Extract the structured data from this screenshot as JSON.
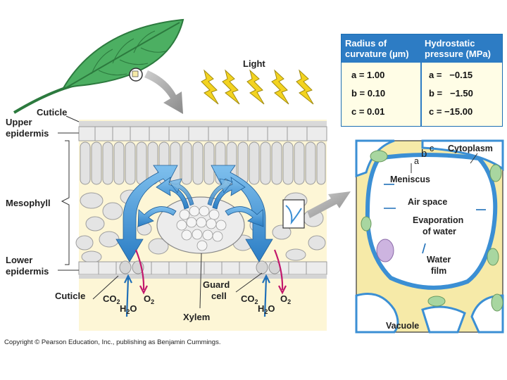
{
  "labels": {
    "light": "Light",
    "cuticle_top": "Cuticle",
    "upper_epidermis_1": "Upper",
    "upper_epidermis_2": "epidermis",
    "mesophyll": "Mesophyll",
    "lower_epidermis_1": "Lower",
    "lower_epidermis_2": "epidermis",
    "cuticle_bottom": "Cuticle",
    "co2_left": "CO",
    "o2_left": "O",
    "h2o_left": "H",
    "guard_cell_1": "Guard",
    "guard_cell_2": "cell",
    "xylem": "Xylem",
    "co2_right": "CO",
    "o2_right": "O",
    "h2o_right": "H",
    "subscript_2": "2",
    "oxygen_o": "O"
  },
  "inset": {
    "cytoplasm": "Cytoplasm",
    "letter_a": "a",
    "letter_b": "b",
    "letter_c": "c",
    "meniscus": "Meniscus",
    "air_space": "Air space",
    "evaporation_1": "Evaporation",
    "evaporation_2": "of water",
    "water_film_1": "Water",
    "water_film_2": "film",
    "vacuole": "Vacuole"
  },
  "table": {
    "header_left_1": "Radius of",
    "header_left_2": "curvature (µm)",
    "header_right_1": "Hydrostatic",
    "header_right_2": "pressure (MPa)",
    "rows": [
      {
        "left": "a = 1.00",
        "right": "a =   −0.15"
      },
      {
        "left": "b = 0.10",
        "right": "b =   −1.50"
      },
      {
        "left": "c = 0.01",
        "right": "c = −15.00"
      }
    ]
  },
  "copyright": "Copyright © Pearson Education, Inc., publishing as Benjamin Cummings.",
  "colors": {
    "leaf_green": "#3aa05a",
    "arrow_blue": "#3b8fd4",
    "table_header": "#2d7cc4",
    "table_bg": "#fffde6",
    "inset_cell": "#f6eaa8",
    "inset_air": "#ffffff",
    "magenta_arrow": "#c2186b",
    "light_bolt": "#f3d320"
  }
}
